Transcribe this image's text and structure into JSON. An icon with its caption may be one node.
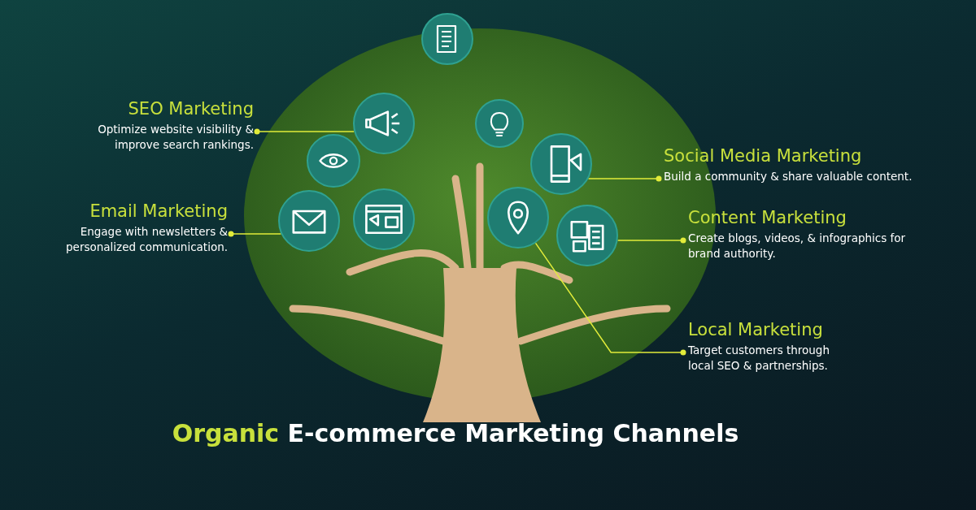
{
  "diagram": {
    "title": "Organic E-commerce Marketing Channels",
    "nodes": [
      {
        "text": [
          "SEO Marketing",
          "Optimize website visibility & improve search rankings."
        ]
      },
      {
        "text": [],
        "shape": "picture"
      },
      {
        "text": [
          "Email Marketing",
          "Engage with newsletters & personalized communication."
        ]
      },
      {
        "text": [],
        "shape": "picture"
      },
      {
        "text": [
          "Social Media Marketing",
          "Build a community & share valuable content."
        ]
      },
      {
        "text": [],
        "shape": "picture"
      },
      {
        "text": [
          "Content Marketing",
          "Create blogs, videos, & infographics for brand authority."
        ]
      },
      {
        "text": [],
        "shape": "picture"
      },
      {
        "text": [
          "Local Marketing",
          "Target customers through local SEO & partnerships."
        ]
      },
      {
        "text": [],
        "shape": "picture"
      }
    ],
    "edges": [
      {
        "from": 0,
        "to": 1,
        "arrow": "other"
      },
      {
        "from": 2,
        "to": 3,
        "arrow": "other"
      },
      {
        "from": 4,
        "to": 5,
        "arrow": "other"
      },
      {
        "from": 6,
        "to": 7,
        "arrow": "other"
      },
      {
        "from": 8,
        "to": 9,
        "arrow": "other"
      }
    ]
  }
}
